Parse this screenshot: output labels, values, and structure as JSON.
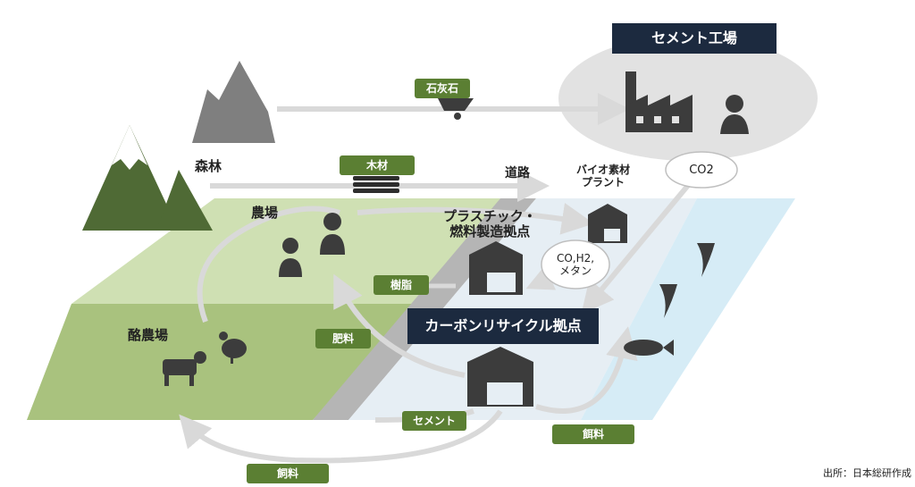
{
  "locations": {
    "cement_factory": "セメント工場",
    "forest": "森林",
    "farm": "農場",
    "dairy_farm": "酪農場",
    "road": "道路",
    "bio_plant": "バイオ素材\nプラント",
    "plastic_fuel_base": "プラスチック・\n燃料製造拠点",
    "carbon_recycle_base": "カーボンリサイクル拠点"
  },
  "flows": {
    "limestone": "石灰石",
    "timber": "木材",
    "resin": "樹脂",
    "fertilizer": "肥料",
    "cement": "セメント",
    "feed_right": "餌料",
    "feed_bottom": "飼料"
  },
  "gases": {
    "co2": "CO2",
    "syngas": "CO,H2,\nメタン"
  },
  "source": "出所：日本総研作成",
  "colors": {
    "tag_green": "#5b7f33",
    "navy": "#1c2a3f",
    "farm_green": "#cfe0b3",
    "dairy_green": "#a9c27e",
    "sea_blue": "#d6ecf6",
    "mountain_green": "#4f6a35",
    "rock_gray": "#7f7f7f",
    "icon_gray": "#3c3c3c"
  }
}
